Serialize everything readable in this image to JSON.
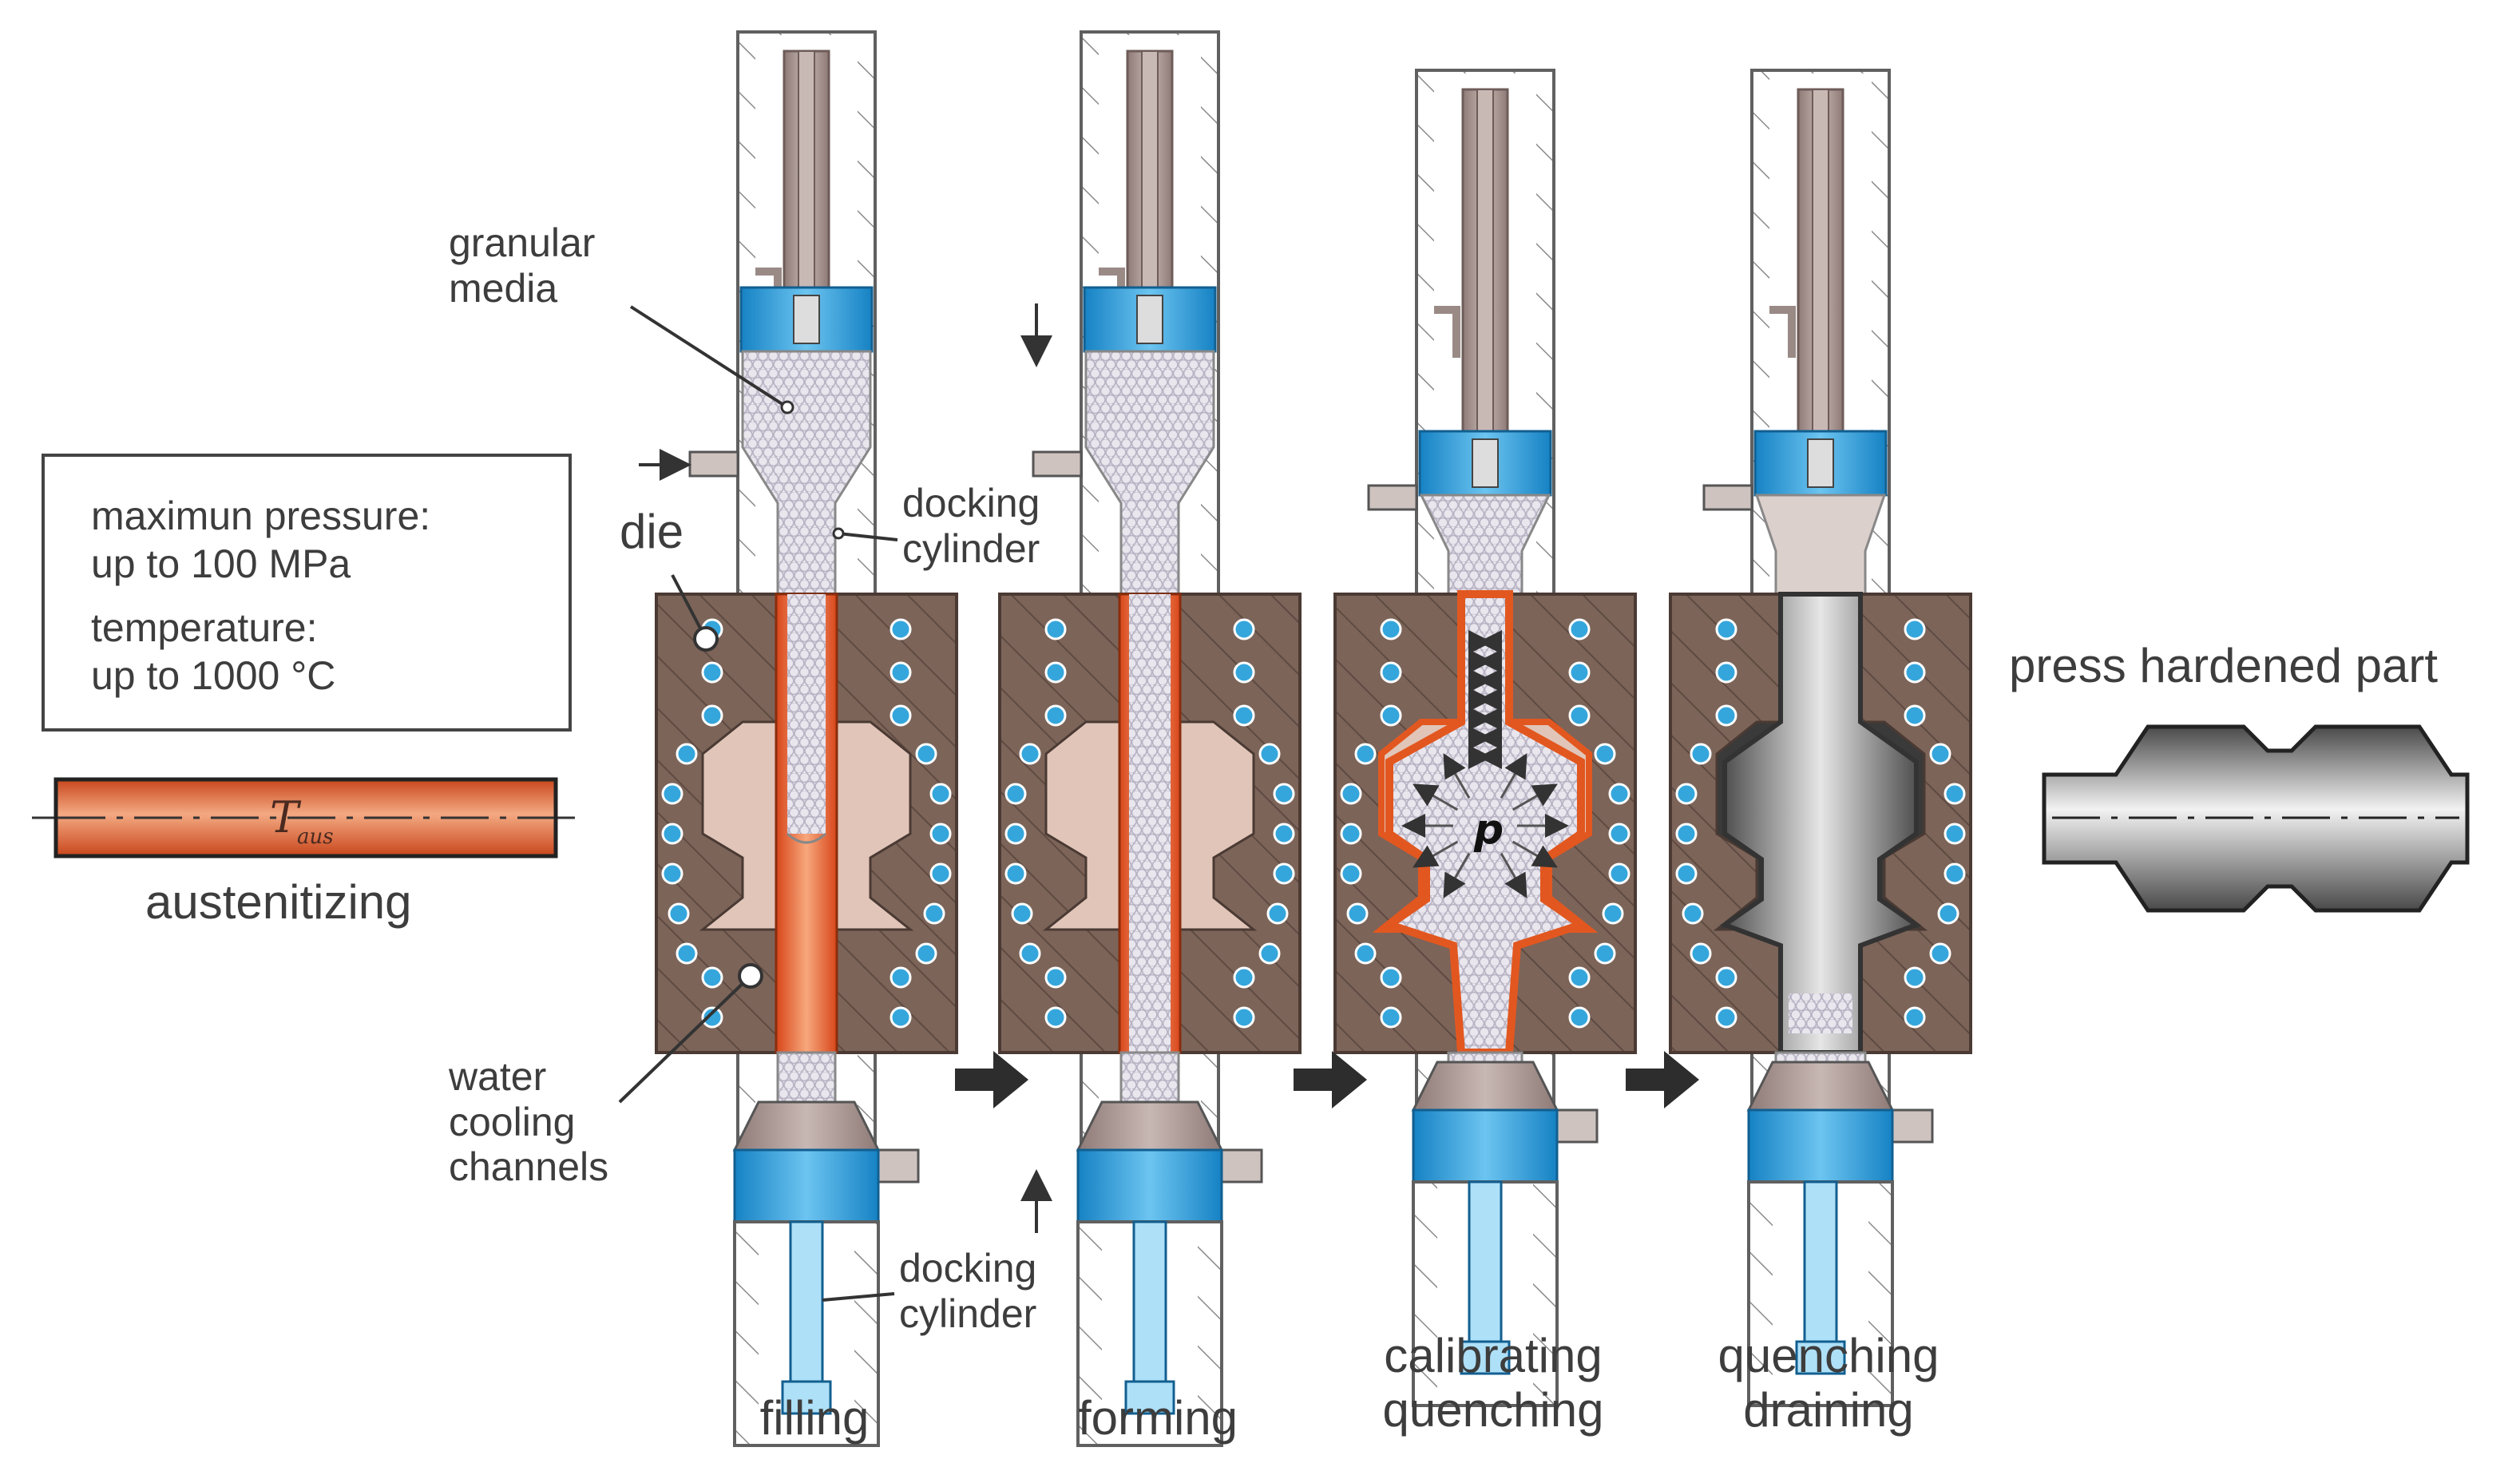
{
  "colors": {
    "die": "#7c6459",
    "die_hatch": "#5e4a41",
    "housing_line": "#606060",
    "piston_metal": "#a89490",
    "piston_metal_dark": "#6e5c58",
    "blue_fluid": "#1f9ee0",
    "blue_light": "#aee0f8",
    "granular": "#e9e6ee",
    "granular_cell": "#b9b4c4",
    "hot_tube": "#e2571f",
    "hot_tube_light": "#f7a77c",
    "cavity": "#e1c5b8",
    "quenched_part": "#9a9a9a",
    "cooling_channel": "#35a6dc",
    "arrow": "#333333"
  },
  "labels": {
    "granular_media": "granular\nmedia",
    "die": "die",
    "docking_cylinder_top": "docking\ncylinder",
    "docking_cylinder_bottom": "docking\ncylinder",
    "water_cooling_channels": "water\ncooling\nchannels",
    "austenitizing": "austenitizing",
    "tube_symbol": "T",
    "tube_symbol_sub": "aus",
    "press_hardened_part": "press hardened part",
    "pressure_symbol": "p"
  },
  "info_box": {
    "pressure_title": "maximun pressure:",
    "pressure_value": "up to 100 MPa",
    "temperature_title": "temperature:",
    "temperature_value": "up to 1000 °C"
  },
  "stages": [
    {
      "id": "filling",
      "label": "filling"
    },
    {
      "id": "forming",
      "label": "forming"
    },
    {
      "id": "calibrating",
      "label": "calibrating\nquenching"
    },
    {
      "id": "draining",
      "label": "quenching\ndraining"
    }
  ],
  "icons": {
    "process_arrow": "right-block-arrow-icon",
    "motion_arrow": "small-arrow-icon"
  }
}
